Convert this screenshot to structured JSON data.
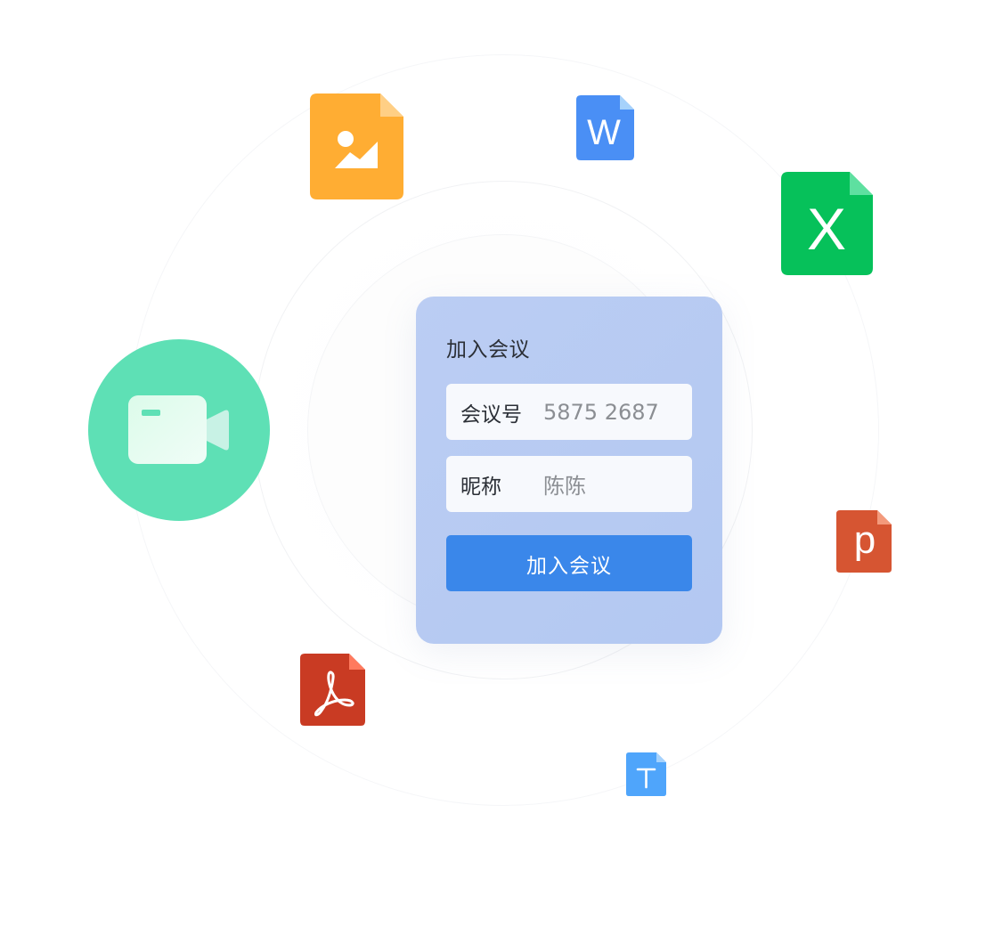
{
  "card": {
    "title": "加入会议",
    "fields": [
      {
        "label": "会议号",
        "value": "5875 2687"
      },
      {
        "label": "昵称",
        "value": "陈陈"
      }
    ],
    "join_button": "加入会议"
  },
  "file_icons": [
    {
      "type": "image",
      "glyph": "image-mountain",
      "color": "#ffad33",
      "fold_color": "#ffcf85"
    },
    {
      "type": "word",
      "glyph": "W",
      "color": "#4a8ff5",
      "fold_color": "#a6d2fb"
    },
    {
      "type": "excel",
      "glyph": "X",
      "color": "#06c15a",
      "fold_color": "#5ee0a0"
    },
    {
      "type": "powerpoint",
      "glyph": "p",
      "color": "#d65532",
      "fold_color": "#f39a7c"
    },
    {
      "type": "pdf",
      "glyph": "acrobat",
      "color": "#c93b23",
      "fold_color": "#ff7a5e"
    },
    {
      "type": "text",
      "glyph": "T",
      "color": "#4fa5fb",
      "fold_color": "#a5d2fd"
    }
  ],
  "video_icon": {
    "type": "video-camera",
    "color": "#5ee0b5"
  }
}
